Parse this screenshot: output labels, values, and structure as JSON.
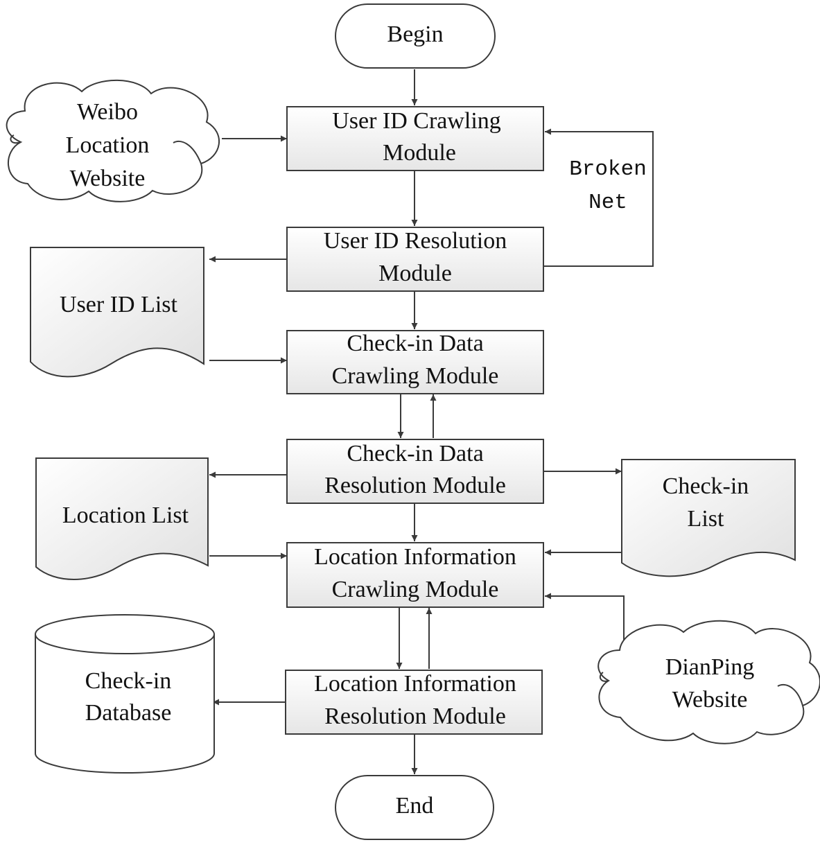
{
  "flowchart": {
    "begin": "Begin",
    "end": "End",
    "user_id_crawling": [
      "User ID Crawling",
      "Module"
    ],
    "user_id_resolution": [
      "User ID Resolution",
      "Module"
    ],
    "checkin_data_crawling": [
      "Check-in Data",
      "Crawling Module"
    ],
    "checkin_data_resolution": [
      "Check-in Data",
      "Resolution Module"
    ],
    "location_info_crawling": [
      "Location Information",
      "Crawling Module"
    ],
    "location_info_resolution": [
      "Location Information",
      "Resolution Module"
    ],
    "weibo_website": [
      "Weibo",
      "Location",
      "Website"
    ],
    "dianping_website": [
      "DianPing",
      "Website"
    ],
    "user_id_list": "User ID List",
    "location_list": "Location List",
    "checkin_list": [
      "Check-in",
      "List"
    ],
    "checkin_database": [
      "Check-in",
      "Database"
    ],
    "broken_net": [
      "Broken",
      "Net"
    ]
  }
}
